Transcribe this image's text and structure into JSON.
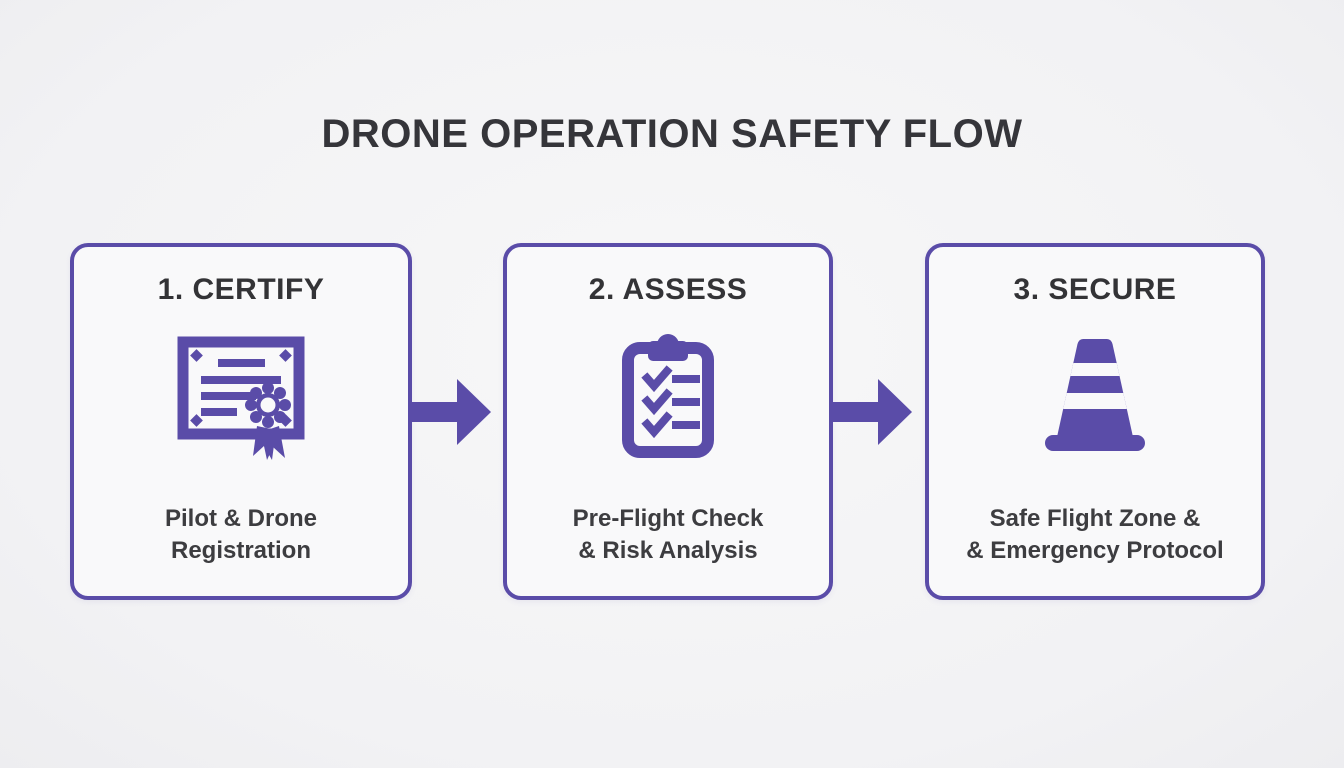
{
  "title": "DRONE OPERATION SAFETY FLOW",
  "steps": [
    {
      "heading": "1. CERTIFY",
      "icon": "certificate-icon",
      "description_line1": "Pilot & Drone",
      "description_line2": "Registration"
    },
    {
      "heading": "2. ASSESS",
      "icon": "clipboard-checklist-icon",
      "description_line1": "Pre-Flight Check",
      "description_line2": "& Risk Analysis"
    },
    {
      "heading": "3. SECURE",
      "icon": "traffic-cone-icon",
      "description_line1": "Safe Flight Zone &",
      "description_line2": "& Emergency Protocol"
    }
  ],
  "connectors": [
    {
      "icon": "right-arrow-icon"
    },
    {
      "icon": "right-arrow-icon"
    }
  ],
  "colors": {
    "accent": "#5a4ca8",
    "heading_text": "#333336",
    "body_text": "#3d3d40",
    "page_background": "#f2f2f4",
    "card_background": "#f9f9fa"
  }
}
